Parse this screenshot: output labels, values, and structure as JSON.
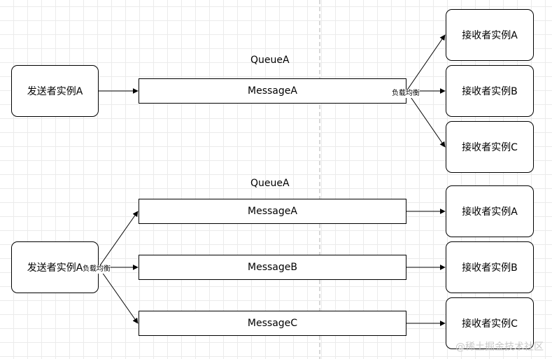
{
  "top_section": {
    "queue_label": "QueueA",
    "sender": "发送者实例A",
    "message": "MessageA",
    "edge_label": "负载均衡",
    "receivers": [
      "接收者实例A",
      "接收者实例B",
      "接收者实例C"
    ]
  },
  "bottom_section": {
    "queue_label": "QueueA",
    "sender": "发送者实例A",
    "edge_label": "负载均衡",
    "messages": [
      "MessageA",
      "MessageB",
      "MessageC"
    ],
    "receivers": [
      "接收者实例A",
      "接收者实例B",
      "接收者实例C"
    ]
  },
  "watermark": "@稀土掘金技术社区"
}
